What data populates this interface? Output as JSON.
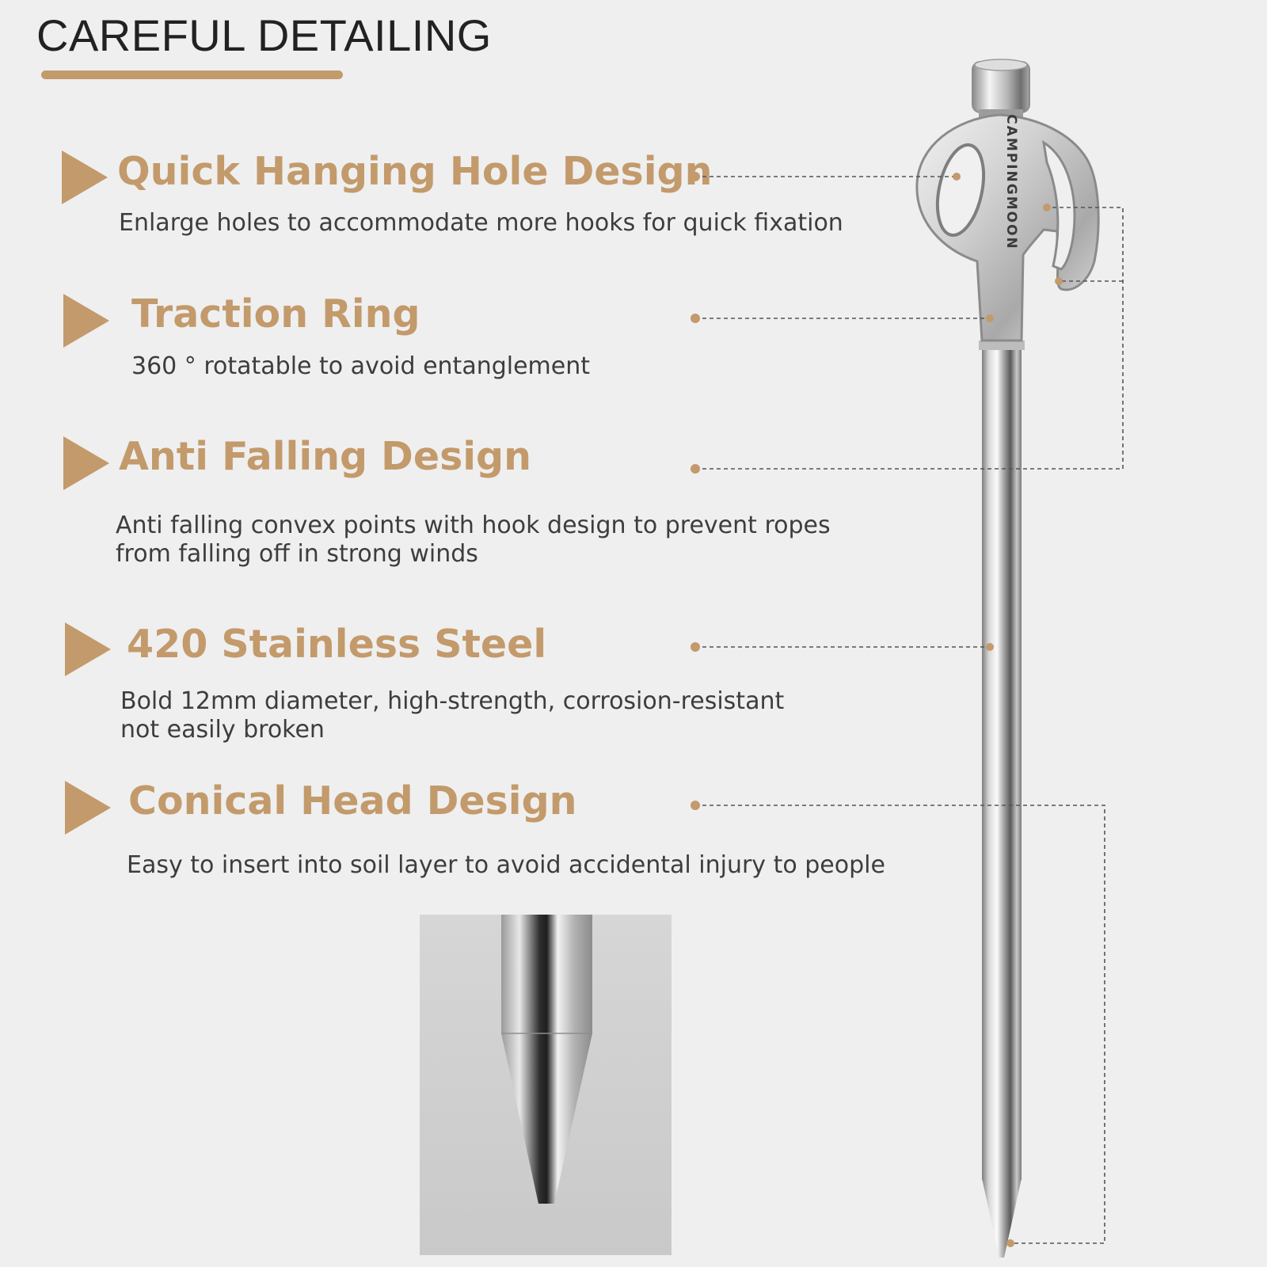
{
  "heading": {
    "title": "CAREFUL DETAILING"
  },
  "features": [
    {
      "title": "Quick Hanging Hole Design",
      "description": [
        "Enlarge holes to accommodate more hooks for quick fixation"
      ]
    },
    {
      "title": "Traction Ring",
      "description": [
        "360 ° rotatable to avoid entanglement"
      ]
    },
    {
      "title": "Anti Falling Design",
      "description": [
        "Anti falling convex points with hook design to prevent ropes",
        "from falling off in strong winds"
      ]
    },
    {
      "title": "420 Stainless Steel",
      "description": [
        "Bold 12mm diameter, high-strength, corrosion-resistant",
        "not easily broken"
      ]
    },
    {
      "title": "Conical Head Design",
      "description": [
        "Easy to insert into soil layer to avoid accidental injury to people"
      ]
    }
  ],
  "product": {
    "brand_engraving": "CAMPINGMOON"
  },
  "colors": {
    "accent": "#c39a6b",
    "background": "#efefef",
    "heading": "#222222",
    "body_text": "#3d3d3d",
    "leader_line": "#555555",
    "steel_light": "#f4f4f4",
    "steel_dark": "#5a5a5a"
  }
}
